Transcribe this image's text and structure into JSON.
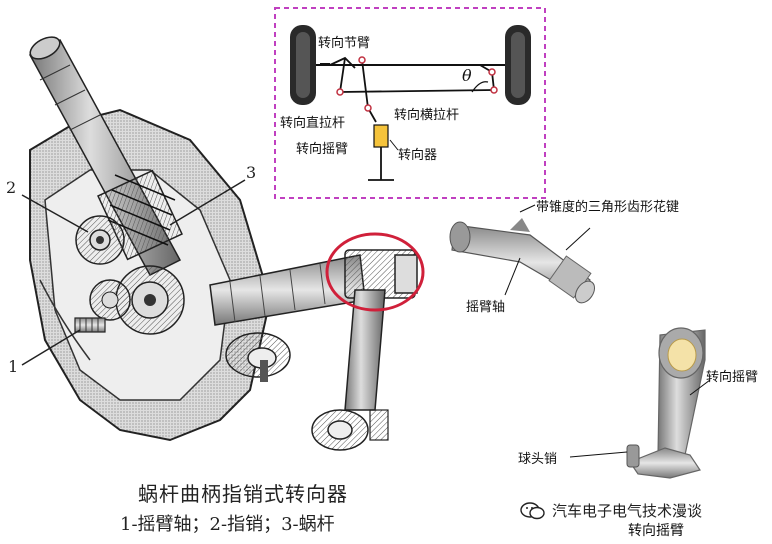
{
  "main_figure": {
    "title": "蜗杆曲柄指销式转向器",
    "legend": "1-摇臂轴；2-指销；3-蜗杆",
    "numbers": {
      "n1": "1",
      "n2": "2",
      "n3": "3"
    }
  },
  "schematic": {
    "labels": {
      "knuckle_arm": "转向节臂",
      "theta": "θ",
      "drag_link": "转向直拉杆",
      "tie_rod": "转向横拉杆",
      "pitman_arm": "转向摇臂",
      "steering_gear": "转向器"
    },
    "frame_color": "#c040c0"
  },
  "shaft_part": {
    "spline_label": "带锥度的三角形齿形花键",
    "shaft_label": "摇臂轴"
  },
  "arm_part": {
    "arm_label": "转向摇臂",
    "ball_pin_label": "球头销",
    "title": "转向摇臂"
  },
  "watermark": {
    "text": "汽车电子电气技术漫谈",
    "icon": "wechat-icon"
  },
  "highlight_color": "#d0203a"
}
